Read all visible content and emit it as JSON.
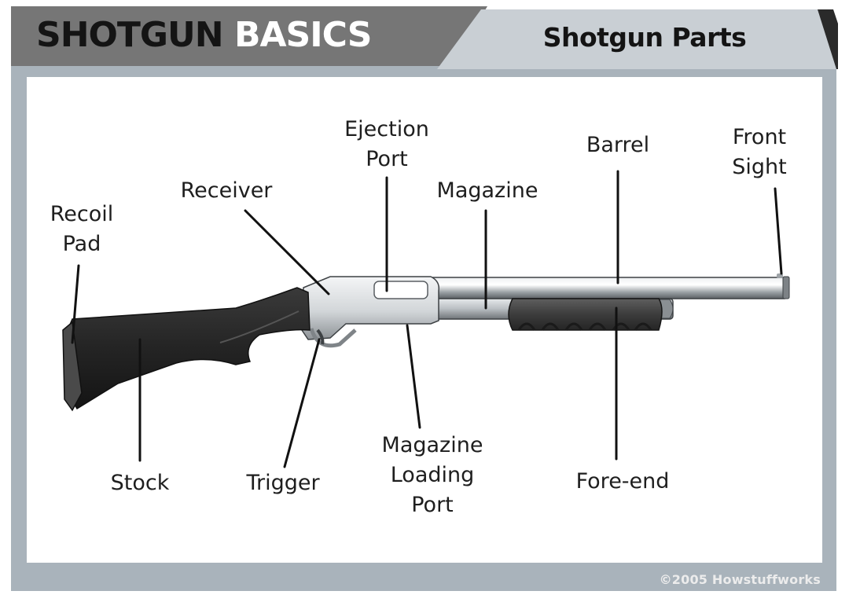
{
  "header": {
    "title_part1": "SHOTGUN",
    "title_part2": "BASICS",
    "tab_title": "Shotgun Parts"
  },
  "labels": {
    "recoil_pad": [
      "Recoil",
      "Pad"
    ],
    "receiver": "Receiver",
    "ejection_port": [
      "Ejection",
      "Port"
    ],
    "magazine": "Magazine",
    "barrel": "Barrel",
    "front_sight": [
      "Front",
      "Sight"
    ],
    "stock": "Stock",
    "trigger": "Trigger",
    "magazine_loading_port": [
      "Magazine",
      "Loading",
      "Port"
    ],
    "fore_end": "Fore-end"
  },
  "copyright": "©2005 Howstuffworks",
  "colors": {
    "panel_gray": "#a9b3bb",
    "header_dark": "#747474",
    "tab_light": "#c8ced3",
    "stock_black": "#1f1f1f",
    "metal_silver": "#cfd3d6"
  }
}
